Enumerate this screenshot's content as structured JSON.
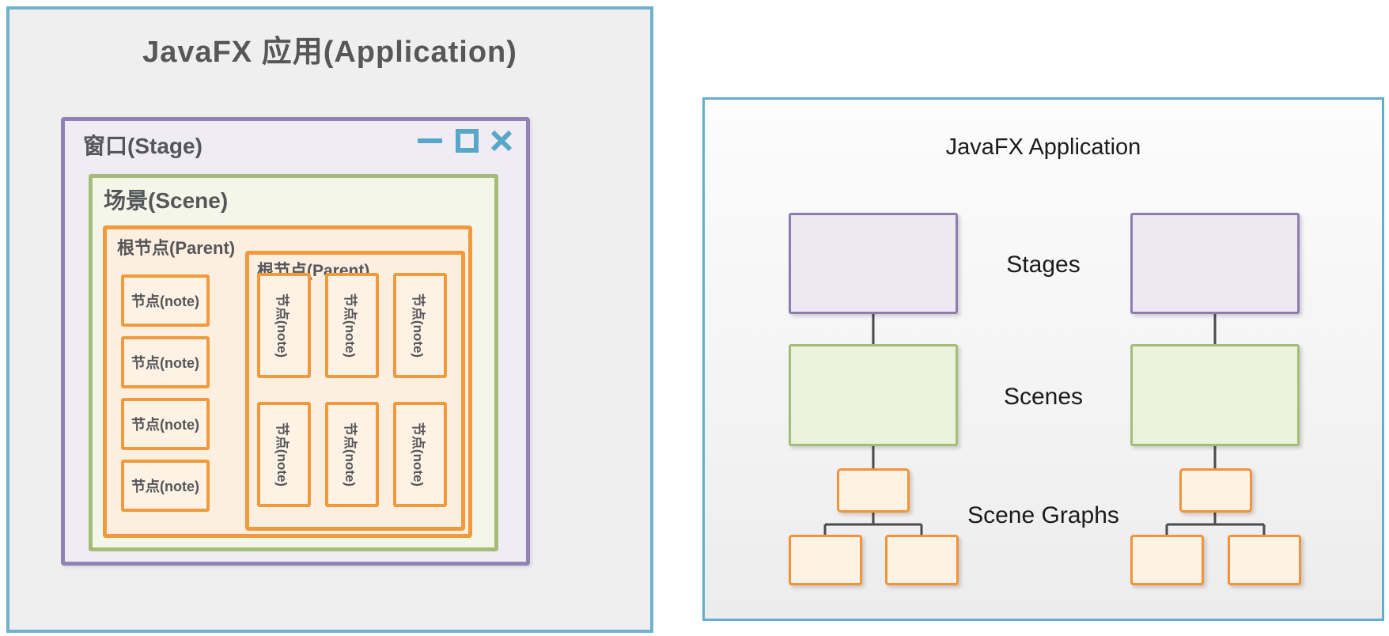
{
  "left_diagram": {
    "title": "JavaFX 应用(Application)",
    "panel_border_color": "#6FB1CE",
    "stage": {
      "title": "窗口(Stage)",
      "border_color": "#9282B5",
      "fill_color": "#EFECF4",
      "controls_color": "#57A7CB",
      "controls": [
        "minimize-icon",
        "maximize-icon",
        "close-icon"
      ],
      "scene": {
        "title": "场景(Scene)",
        "border_color": "#A4BC78",
        "fill_color": "#F3F6E8",
        "parent": {
          "label": "根节点(Parent)",
          "border_color": "#F0993D",
          "fill_color": "#FCEFDF",
          "notes": [
            "节点(note)",
            "节点(note)",
            "节点(note)",
            "节点(note)"
          ],
          "inner_parent": {
            "label": "根节点(Parent)",
            "notes_top": [
              "节点(note)",
              "节点(note)",
              "节点(note)"
            ],
            "notes_bottom": [
              "节点(note)",
              "节点(note)",
              "节点(note)"
            ]
          }
        }
      }
    }
  },
  "right_diagram": {
    "title": "JavaFX Application",
    "panel_border_color": "#62AECD",
    "row_labels": {
      "stages": "Stages",
      "scenes": "Scenes",
      "scene_graphs": "Scene Graphs"
    },
    "colors": {
      "stage_border": "#8E7CB0",
      "stage_fill": "#EDE9F3",
      "scene_border": "#A3BE77",
      "scene_fill": "#EAF1DD",
      "node_border": "#F0933B",
      "node_fill": "#FDF2E4",
      "connector": "#4A4A4A"
    }
  }
}
